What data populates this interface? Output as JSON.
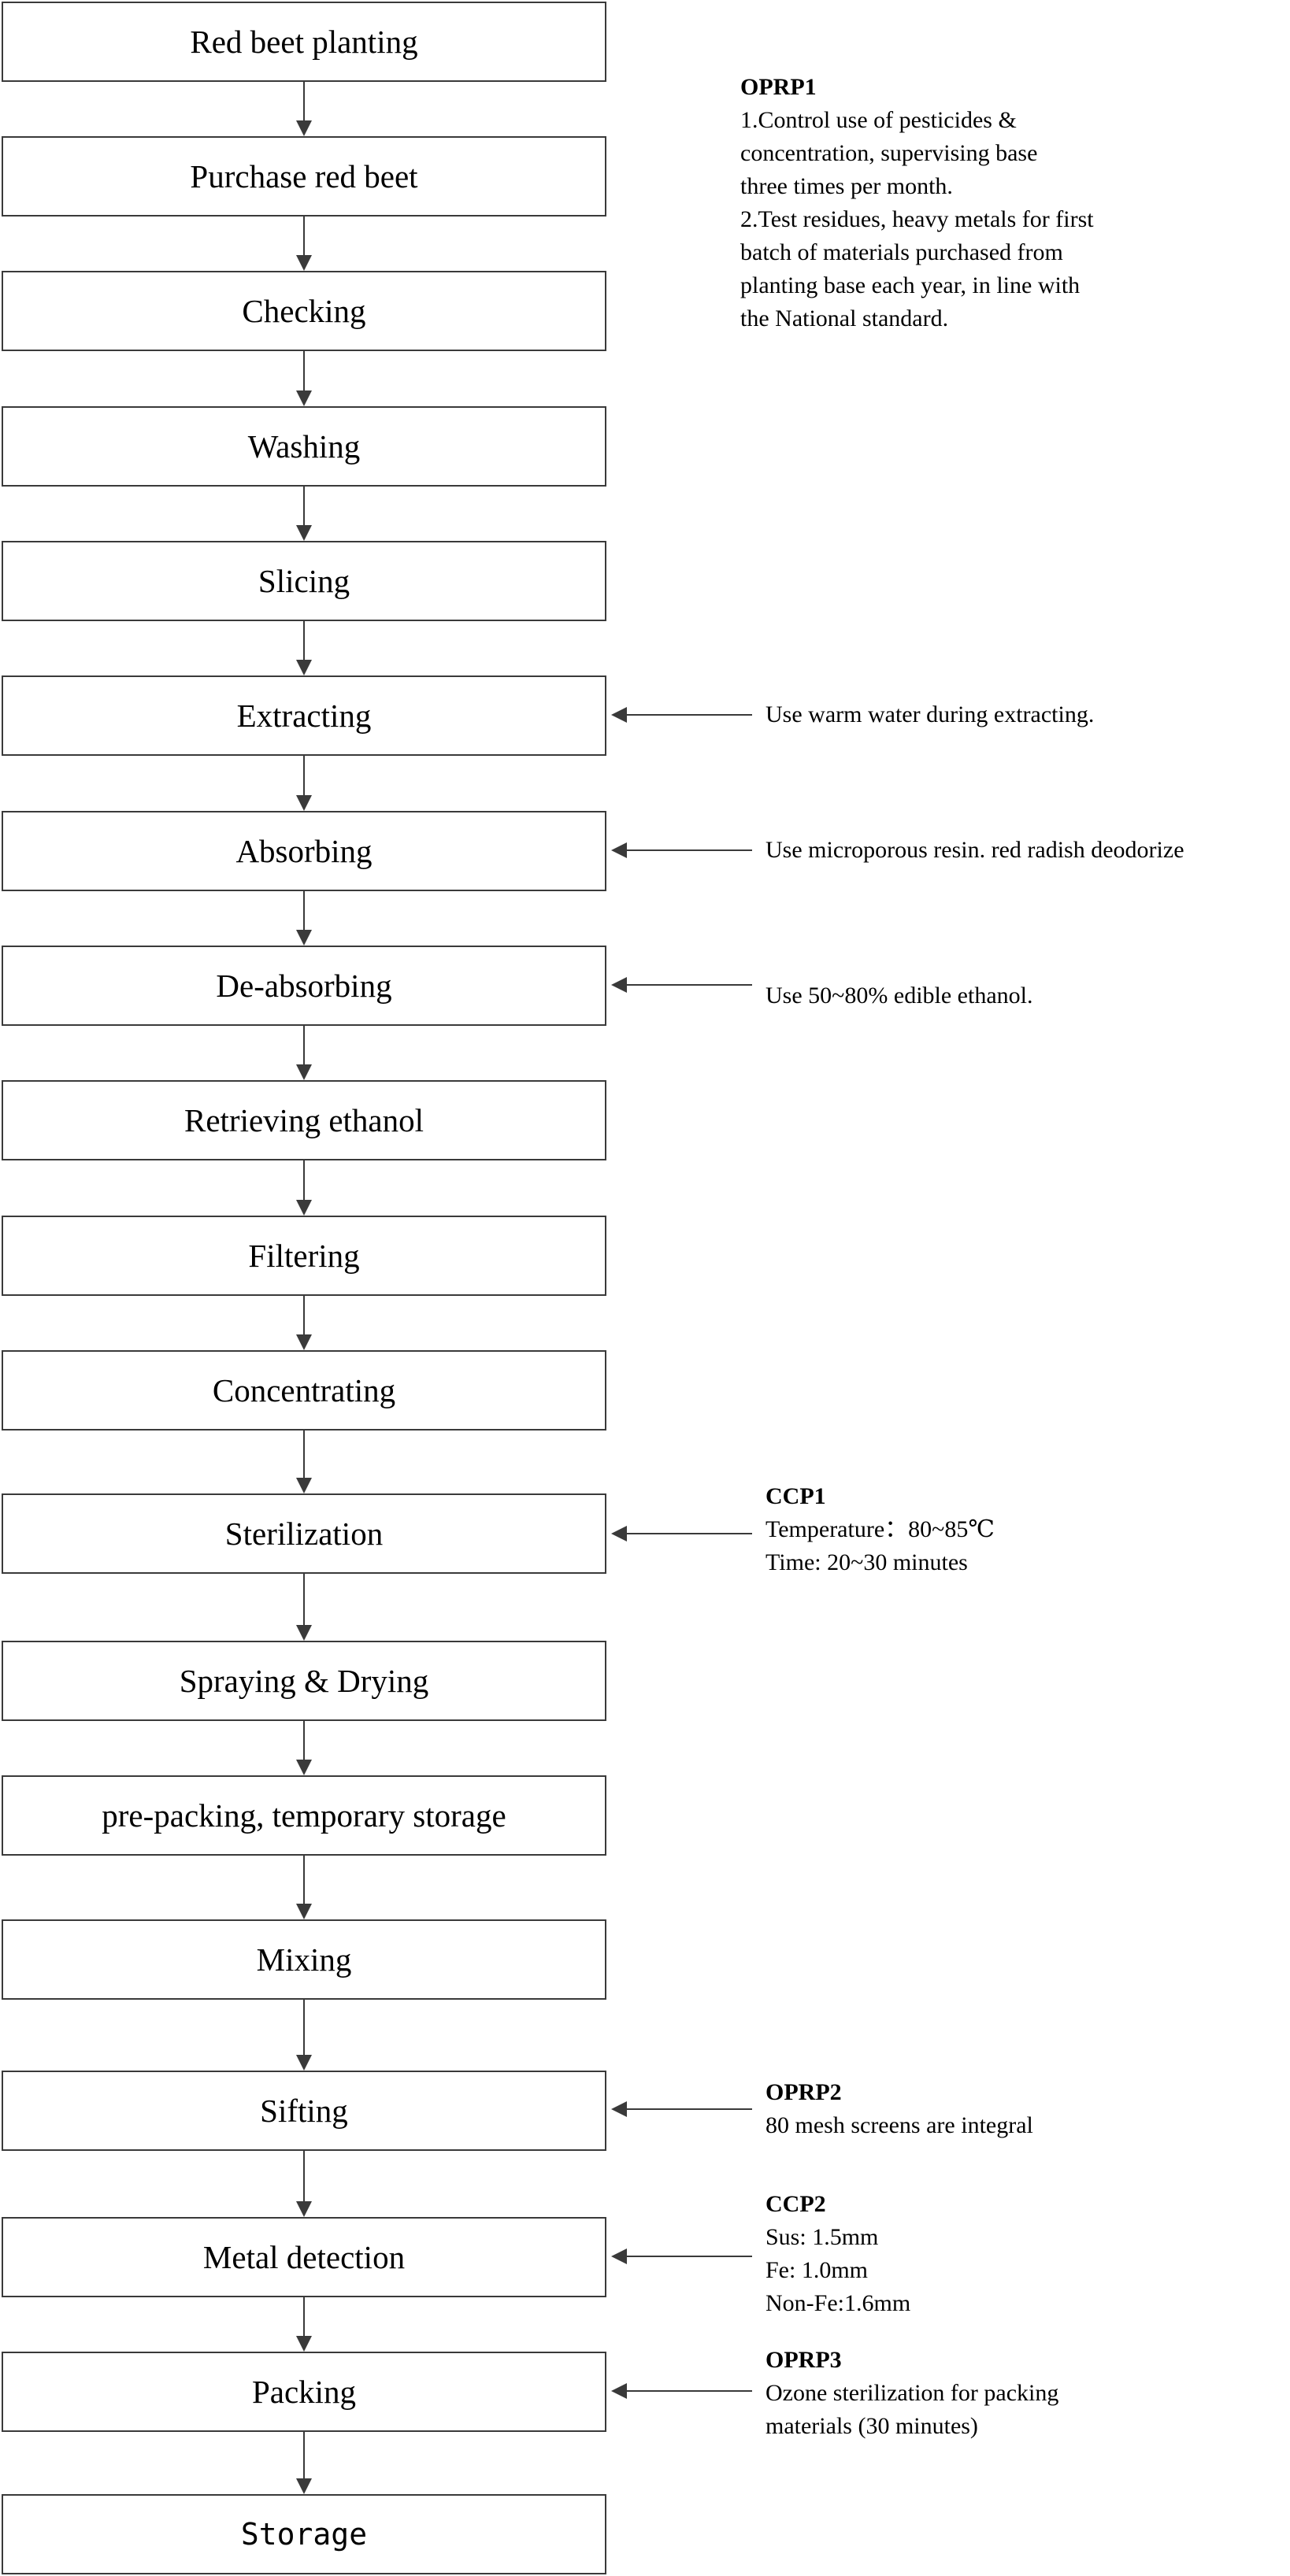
{
  "steps": [
    "Red beet planting",
    "Purchase red beet",
    "Checking",
    "Washing",
    "Slicing",
    "Extracting",
    "Absorbing",
    "De-absorbing",
    "Retrieving ethanol",
    "Filtering",
    "Concentrating",
    "Sterilization",
    "Spraying & Drying",
    "pre-packing, temporary storage",
    "Mixing",
    "Sifting",
    "Metal detection",
    "Packing",
    "Storage"
  ],
  "notes": {
    "oprp1": {
      "heading": "OPRP1",
      "lines": [
        "1.Control use of pesticides &",
        "concentration, supervising base",
        "three times per month.",
        "2.Test residues, heavy metals for first",
        "batch of materials purchased from",
        "planting base each year, in line with",
        "the National standard."
      ]
    },
    "extracting": {
      "lines": [
        "Use warm water during extracting."
      ]
    },
    "absorbing": {
      "lines": [
        "Use microporous resin. red radish deodorize"
      ]
    },
    "de_absorbing": {
      "lines": [
        "Use 50~80% edible ethanol."
      ]
    },
    "ccp1": {
      "heading": "CCP1",
      "lines": [
        "Temperature：80~85℃",
        "Time: 20~30 minutes"
      ]
    },
    "oprp2": {
      "heading": "OPRP2",
      "lines": [
        "80 mesh screens are integral"
      ]
    },
    "ccp2": {
      "heading": "CCP2",
      "lines": [
        "Sus: 1.5mm",
        "Fe: 1.0mm",
        "Non-Fe:1.6mm"
      ]
    },
    "oprp3": {
      "heading": "OPRP3",
      "lines": [
        "Ozone sterilization for packing",
        "materials (30 minutes)"
      ]
    }
  },
  "colors": {
    "line": "#3a3a3a",
    "text": "#000000",
    "background": "#ffffff"
  }
}
